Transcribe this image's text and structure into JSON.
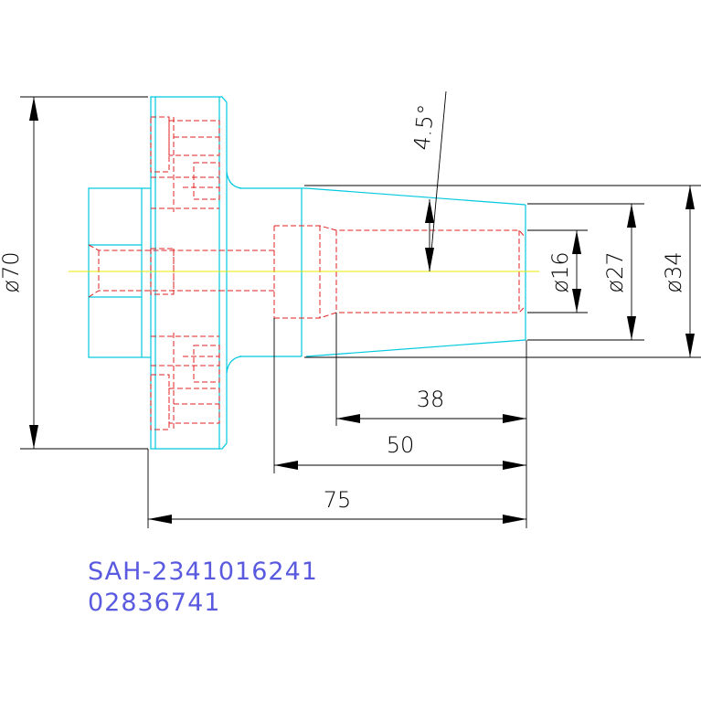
{
  "dimensions": {
    "dia_70": "ø70",
    "dia_34": "ø34",
    "dia_27": "ø27",
    "dia_16": "ø16",
    "len_38": "38",
    "len_50": "50",
    "len_75": "75",
    "angle": "4.5°"
  },
  "part_codes": {
    "line1": "SAH-2341016241",
    "line2": "02836741"
  },
  "colors": {
    "outline": "#00c8e0",
    "hidden": "#e02020",
    "centerline": "#e8e800",
    "dimension": "#000000",
    "code_text": "#5a5ae0"
  }
}
